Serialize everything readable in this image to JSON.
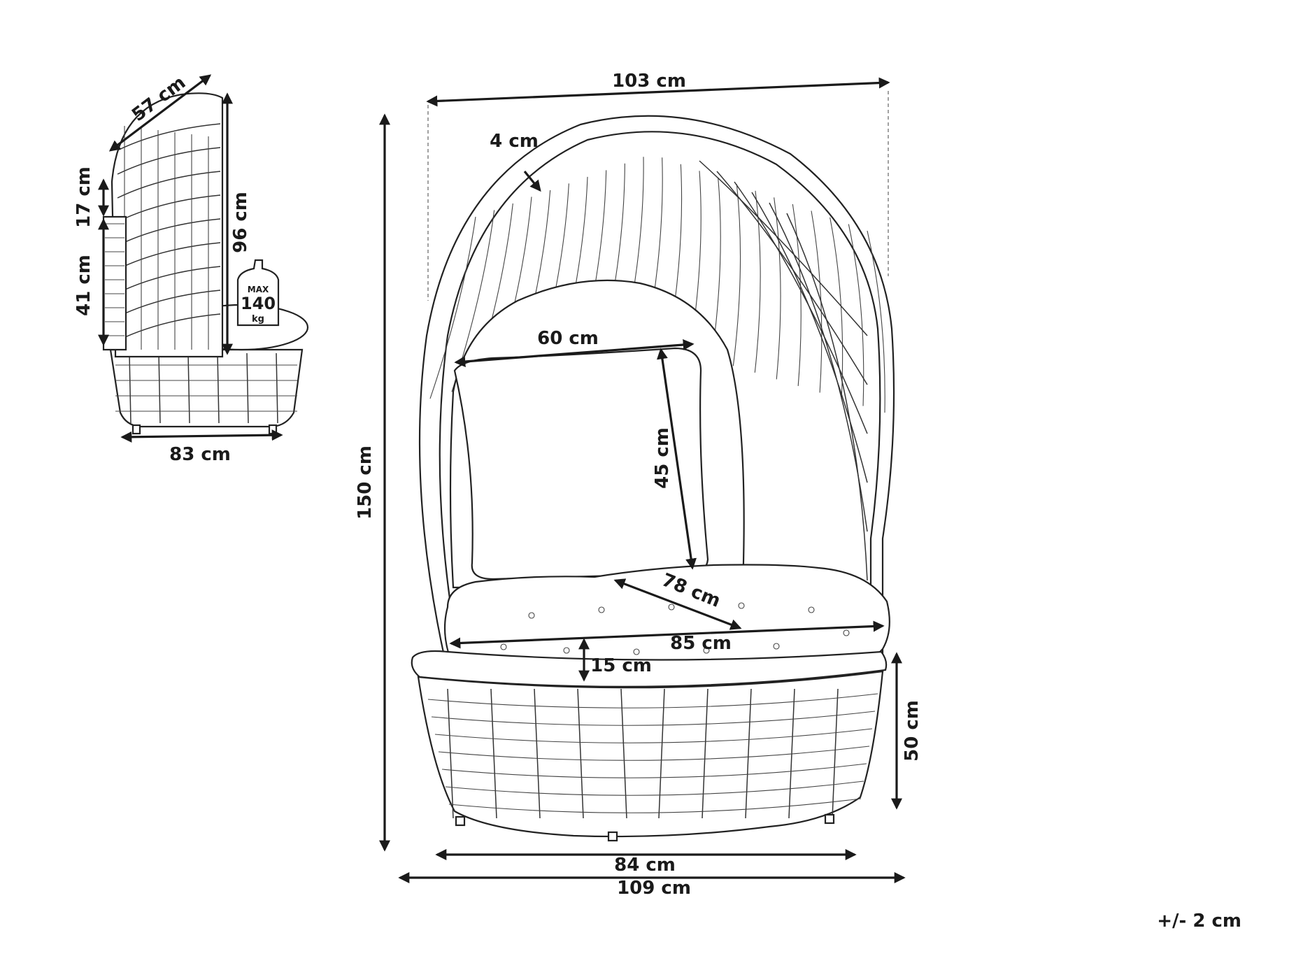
{
  "side_view": {
    "depth": "57 cm",
    "canopy_gap": "17 cm",
    "seat_height": "41 cm",
    "back_height": "96 cm",
    "width": "83 cm",
    "max_load": {
      "label": "MAX",
      "value": "140",
      "unit": "kg"
    }
  },
  "front_view": {
    "overall_width": "103 cm",
    "frame_thickness": "4 cm",
    "pillow_width": "60 cm",
    "pillow_height": "45 cm",
    "overall_height": "150 cm",
    "cushion_depth": "78 cm",
    "cushion_width": "85 cm",
    "cushion_thickness": "15 cm",
    "base_height": "50 cm",
    "base_width": "84 cm",
    "total_width": "109 cm"
  },
  "tolerance": "+/- 2 cm",
  "colors": {
    "line": "#1a1a1a",
    "background": "#ffffff"
  }
}
